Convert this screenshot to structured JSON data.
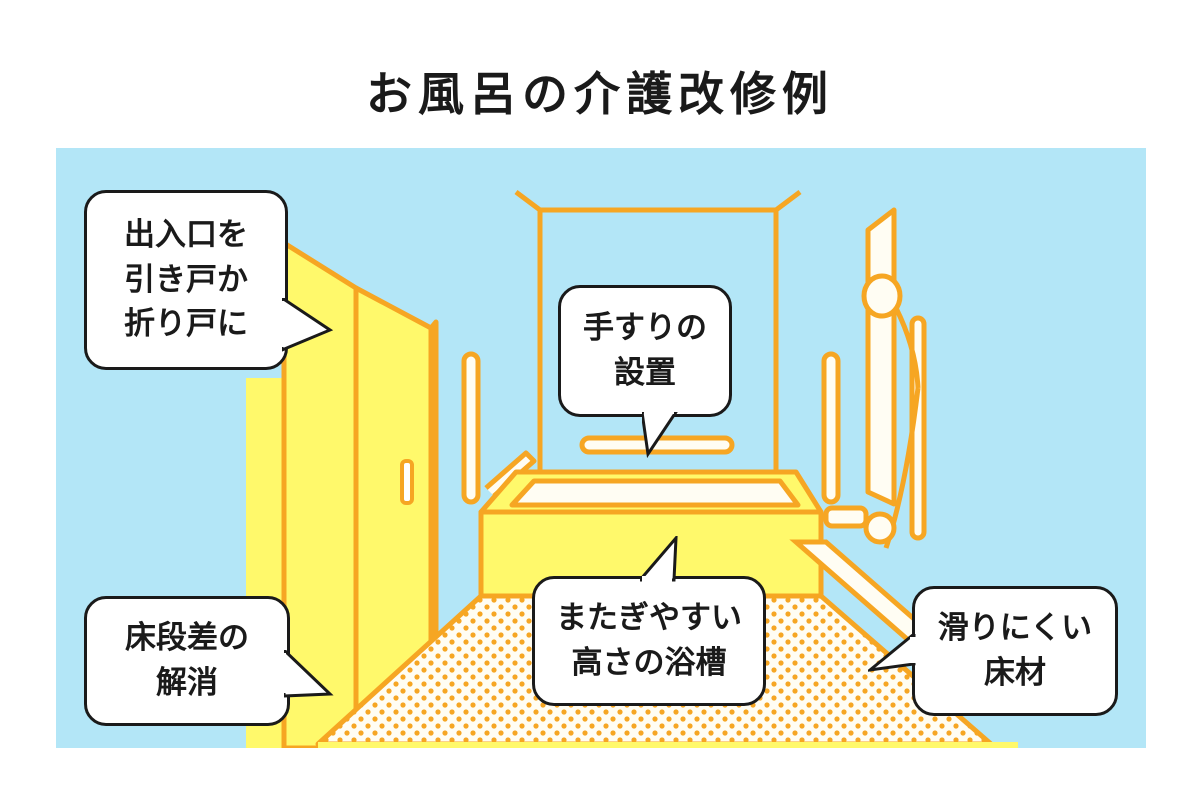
{
  "title": "お風呂の介護改修例",
  "callouts": {
    "entrance": [
      "出入口を",
      "引き戸か",
      "折り戸に"
    ],
    "handrail": [
      "手すりの",
      "設置"
    ],
    "floor_step": [
      "床段差の",
      "解消"
    ],
    "bathtub": [
      "またぎやすい",
      "高さの浴槽"
    ],
    "flooring": [
      "滑りにくい",
      "床材"
    ]
  },
  "colors": {
    "sky": "#b3e6f7",
    "yellow": "#fff96b",
    "orange": "#f6a623",
    "ink": "#1a1a1a",
    "cream": "#fffdf3"
  },
  "icons": [
    "shower-head-icon",
    "faucet-icon",
    "door-handle-icon",
    "handrail-icon"
  ]
}
